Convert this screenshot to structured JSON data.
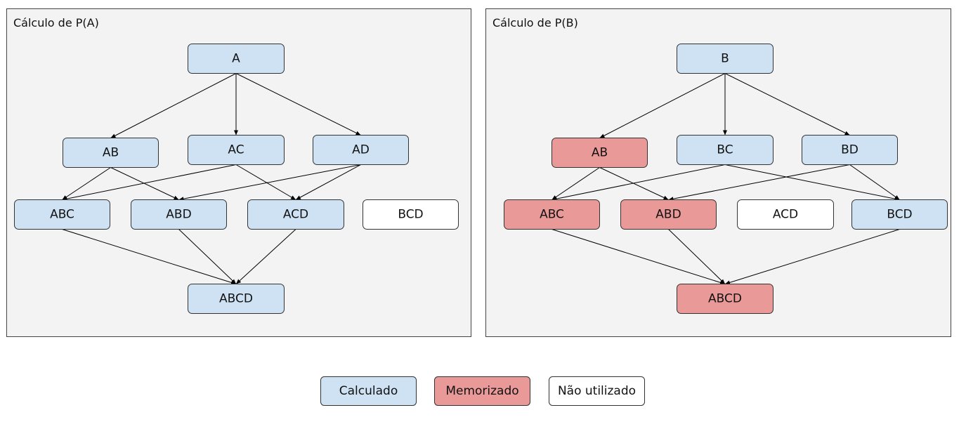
{
  "colors": {
    "calculado": "#cfe2f3",
    "memorizado": "#ea9999",
    "nao_utilizado": "#ffffff",
    "node_border": "#333333"
  },
  "panels": [
    {
      "id": "pa",
      "title": "Cálculo de P(A)",
      "nodes": [
        {
          "id": "A",
          "label": "A",
          "status": "calculado"
        },
        {
          "id": "AB",
          "label": "AB",
          "status": "calculado"
        },
        {
          "id": "AC",
          "label": "AC",
          "status": "calculado"
        },
        {
          "id": "AD",
          "label": "AD",
          "status": "calculado"
        },
        {
          "id": "ABC",
          "label": "ABC",
          "status": "calculado"
        },
        {
          "id": "ABD",
          "label": "ABD",
          "status": "calculado"
        },
        {
          "id": "ACD",
          "label": "ACD",
          "status": "calculado"
        },
        {
          "id": "BCD",
          "label": "BCD",
          "status": "nao_utilizado"
        },
        {
          "id": "ABCD",
          "label": "ABCD",
          "status": "calculado"
        }
      ],
      "edges": [
        [
          "A",
          "AB"
        ],
        [
          "A",
          "AC"
        ],
        [
          "A",
          "AD"
        ],
        [
          "AB",
          "ABC"
        ],
        [
          "AB",
          "ABD"
        ],
        [
          "AC",
          "ABC"
        ],
        [
          "AC",
          "ACD"
        ],
        [
          "AD",
          "ABD"
        ],
        [
          "AD",
          "ACD"
        ],
        [
          "ABC",
          "ABCD"
        ],
        [
          "ABD",
          "ABCD"
        ],
        [
          "ACD",
          "ABCD"
        ]
      ]
    },
    {
      "id": "pb",
      "title": "Cálculo de P(B)",
      "nodes": [
        {
          "id": "B",
          "label": "B",
          "status": "calculado"
        },
        {
          "id": "AB",
          "label": "AB",
          "status": "memorizado"
        },
        {
          "id": "BC",
          "label": "BC",
          "status": "calculado"
        },
        {
          "id": "BD",
          "label": "BD",
          "status": "calculado"
        },
        {
          "id": "ABC",
          "label": "ABC",
          "status": "memorizado"
        },
        {
          "id": "ABD",
          "label": "ABD",
          "status": "memorizado"
        },
        {
          "id": "ACD",
          "label": "ACD",
          "status": "nao_utilizado"
        },
        {
          "id": "BCD",
          "label": "BCD",
          "status": "calculado"
        },
        {
          "id": "ABCD",
          "label": "ABCD",
          "status": "memorizado"
        }
      ],
      "edges": [
        [
          "B",
          "AB"
        ],
        [
          "B",
          "BC"
        ],
        [
          "B",
          "BD"
        ],
        [
          "AB",
          "ABC"
        ],
        [
          "AB",
          "ABD"
        ],
        [
          "BC",
          "ABC"
        ],
        [
          "BC",
          "BCD"
        ],
        [
          "BD",
          "ABD"
        ],
        [
          "BD",
          "BCD"
        ],
        [
          "ABC",
          "ABCD"
        ],
        [
          "ABD",
          "ABCD"
        ],
        [
          "BCD",
          "ABCD"
        ]
      ]
    }
  ],
  "legend": [
    {
      "status": "calculado",
      "label": "Calculado"
    },
    {
      "status": "memorizado",
      "label": "Memorizado"
    },
    {
      "status": "nao_utilizado",
      "label": "Não utilizado"
    }
  ]
}
